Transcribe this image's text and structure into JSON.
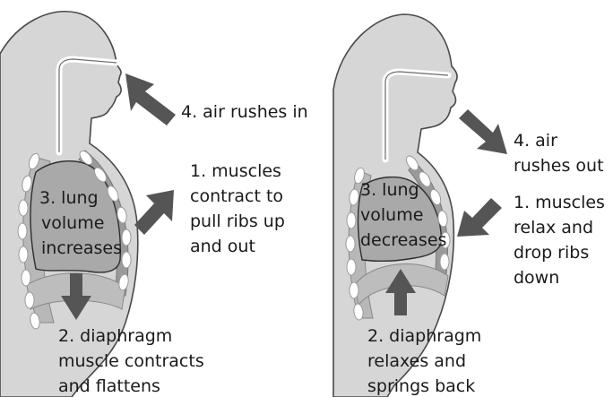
{
  "colors": {
    "body": "#d6d6d6",
    "body_outline": "#4a4a4a",
    "lung": "#a9a9a9",
    "diaphragm": "#bdbdbd",
    "rib_dark": "#7a7a7a",
    "arrow": "#555555",
    "text": "#1a1a1a"
  },
  "inhalation": {
    "air_label": "4. air rushes in",
    "muscles_label": [
      "1. muscles",
      "contract to",
      "pull ribs up",
      "and out"
    ],
    "lung_label": [
      "3. lung",
      "volume",
      "increases"
    ],
    "diaphragm_label": [
      "2. diaphragm",
      "muscle contracts",
      "and flattens"
    ]
  },
  "exhalation": {
    "air_label": [
      "4. air",
      "rushes out"
    ],
    "muscles_label": [
      "1. muscles",
      "relax and",
      "drop ribs",
      "down"
    ],
    "lung_label": [
      "3. lung",
      "volume",
      "decreases"
    ],
    "diaphragm_label": [
      "2. diaphragm",
      "relaxes and",
      "springs back"
    ]
  }
}
